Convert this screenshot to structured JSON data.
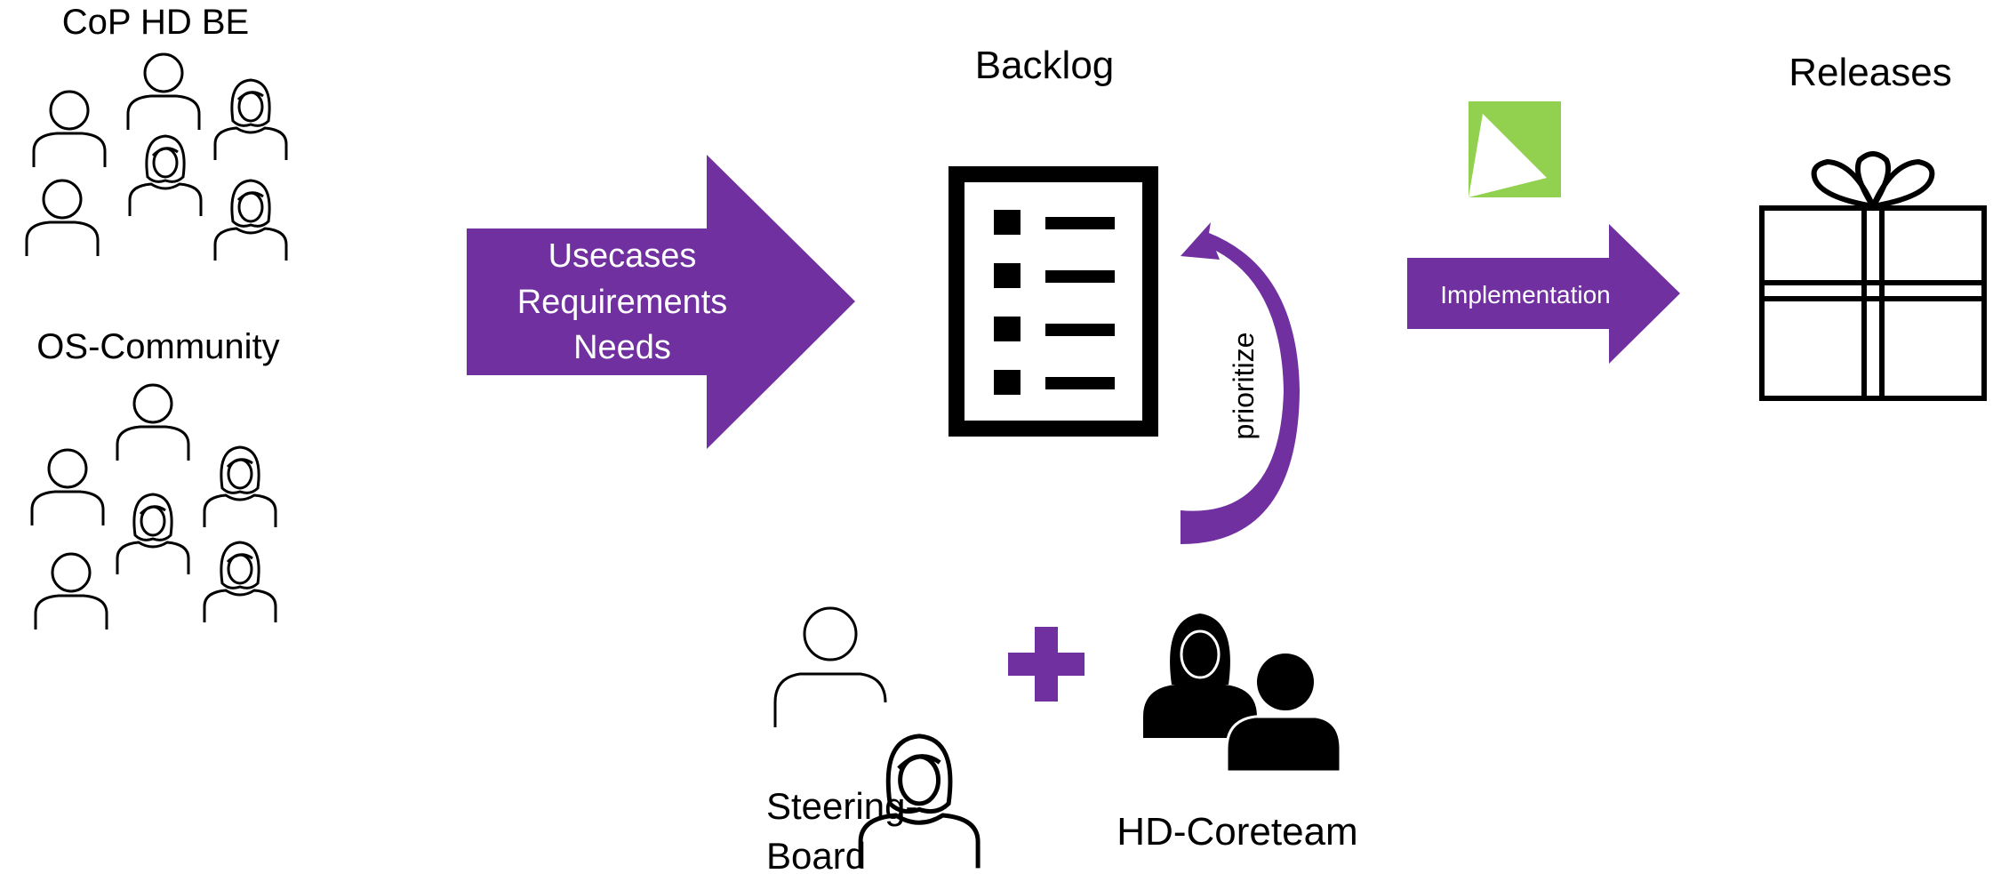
{
  "groups": {
    "cop_label": "CoP HD BE",
    "os_label": "OS-Community"
  },
  "input_arrow": {
    "line1": "Usecases",
    "line2": "Requirements",
    "line3": "Needs"
  },
  "backlog": {
    "title": "Backlog",
    "prioritize_label": "prioritize"
  },
  "implementation": {
    "label": "Implementation"
  },
  "releases": {
    "title": "Releases"
  },
  "governance": {
    "steering_line1": "Steering-",
    "steering_line2": "Board",
    "coreteam_label": "HD-Coreteam"
  },
  "colors": {
    "accent_purple": "#7030a0",
    "logo_green": "#92d050",
    "ink": "#000000"
  },
  "icons": [
    "person-outline-icon",
    "woman-outline-icon",
    "checklist-icon",
    "gift-icon",
    "plus-icon",
    "logo-icon",
    "person-filled-icon",
    "woman-filled-icon"
  ]
}
